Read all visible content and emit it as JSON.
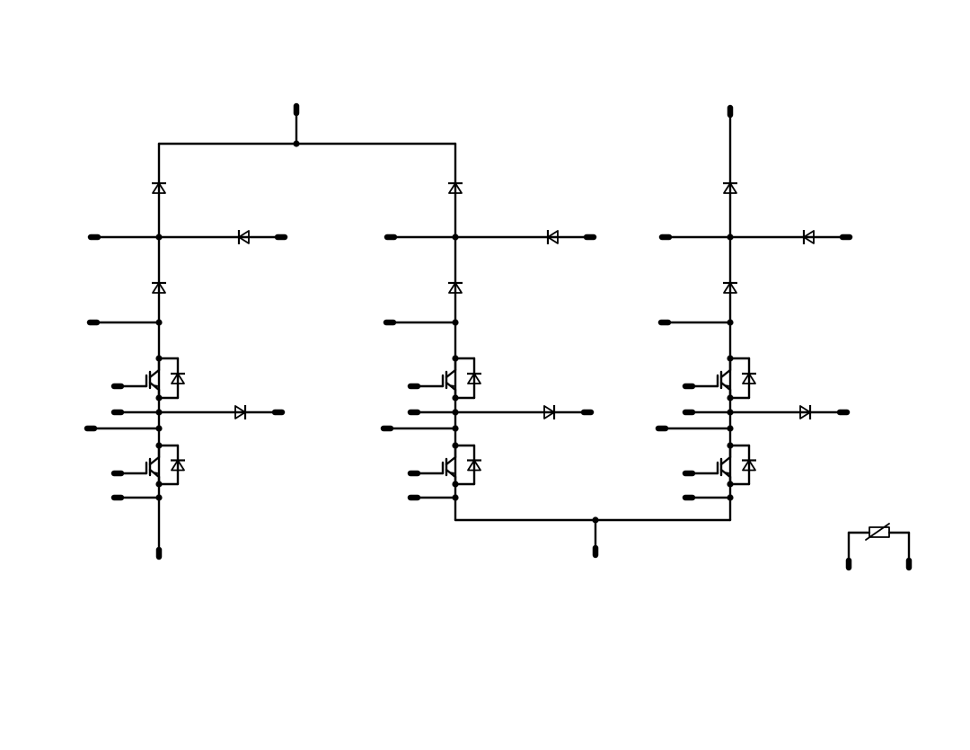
{
  "diagram": {
    "type": "electrical-schematic",
    "description_shown": "",
    "colors": {
      "background": "#ffffff",
      "line": "#000000"
    },
    "legs": [
      {
        "id": "leg-1",
        "components": [
          "diode",
          "diode",
          "diode",
          "igbt-with-diode",
          "diode",
          "igbt-with-diode"
        ]
      },
      {
        "id": "leg-2",
        "components": [
          "diode",
          "diode",
          "diode",
          "igbt-with-diode",
          "diode",
          "igbt-with-diode"
        ]
      },
      {
        "id": "leg-3",
        "components": [
          "diode",
          "diode",
          "diode",
          "igbt-with-diode",
          "diode",
          "igbt-with-diode"
        ]
      }
    ],
    "extra_components": [
      "ntc-thermistor"
    ],
    "icons": [
      "diode-icon",
      "igbt-icon",
      "thermistor-icon",
      "terminal-pin-icon"
    ]
  }
}
